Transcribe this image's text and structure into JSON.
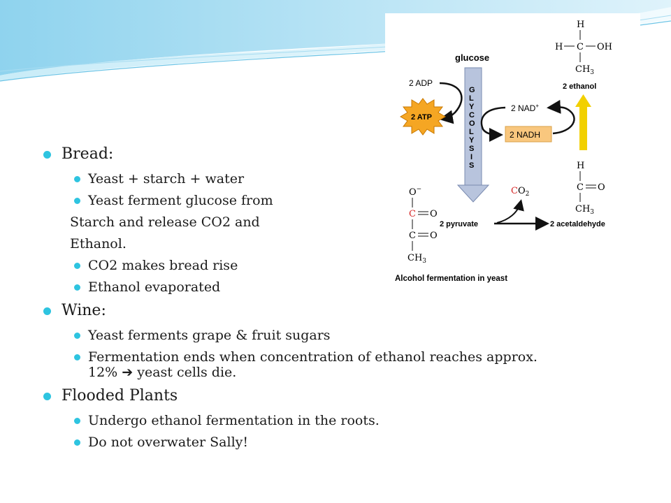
{
  "bullets": {
    "bread": {
      "heading": "Bread:",
      "items": [
        "Yeast + starch + water",
        "Yeast ferment glucose from"
      ],
      "continuation": [
        "Starch and release CO2 and",
        "Ethanol."
      ],
      "items_after": [
        "CO2 makes bread rise",
        "Ethanol evaporated"
      ]
    },
    "wine": {
      "heading": "Wine:",
      "items": [
        "Yeast ferments grape & fruit sugars"
      ],
      "fermentation_line1": "Fermentation ends when concentration of ethanol reaches approx.",
      "fermentation_line2_prefix": "12%",
      "arrow_glyph": "➔",
      "fermentation_line2_suffix": "yeast cells die."
    },
    "flooded": {
      "heading": "Flooded Plants",
      "items": [
        "Undergo ethanol fermentation in the roots.",
        "Do not overwater Sally!"
      ]
    }
  },
  "diagram": {
    "glucose": "glucose",
    "glycolysis_letters": [
      "G",
      "L",
      "Y",
      "C",
      "O",
      "L",
      "Y",
      "S",
      "I",
      "S"
    ],
    "adp": "2 ADP",
    "atp": "2 ATP",
    "nad": "2 NAD",
    "nad_sup": "+",
    "nadh": "2 NADH",
    "ethanol_label": "2 ethanol",
    "pyruvate_label": "2 pyruvate",
    "acetaldehyde_label": "2 acetaldehyde",
    "co2_c": "C",
    "co2_o": "O",
    "co2_sub": "2",
    "caption": "Alcohol fermentation in yeast",
    "ethanol_struct": {
      "h_top": "H",
      "h_left": "H",
      "c": "C",
      "oh": "OH",
      "ch3": "CH",
      "ch3_sub": "3"
    },
    "acetaldehyde_struct": {
      "h": "H",
      "c": "C",
      "o": "O",
      "ch3": "CH",
      "ch3_sub": "3"
    },
    "pyruvate_struct": {
      "o_minus": "O",
      "minus": "−",
      "c1": "C",
      "o1": "O",
      "c2": "C",
      "o2": "O",
      "ch3": "CH",
      "ch3_sub": "3"
    },
    "colors": {
      "atp_burst": "#f5a623",
      "nadh_box": "#f9c77e",
      "yellow_arrow": "#f2d000",
      "glycolysis_arrow": "#b8c4dd",
      "red_carbon": "#d62828"
    }
  }
}
